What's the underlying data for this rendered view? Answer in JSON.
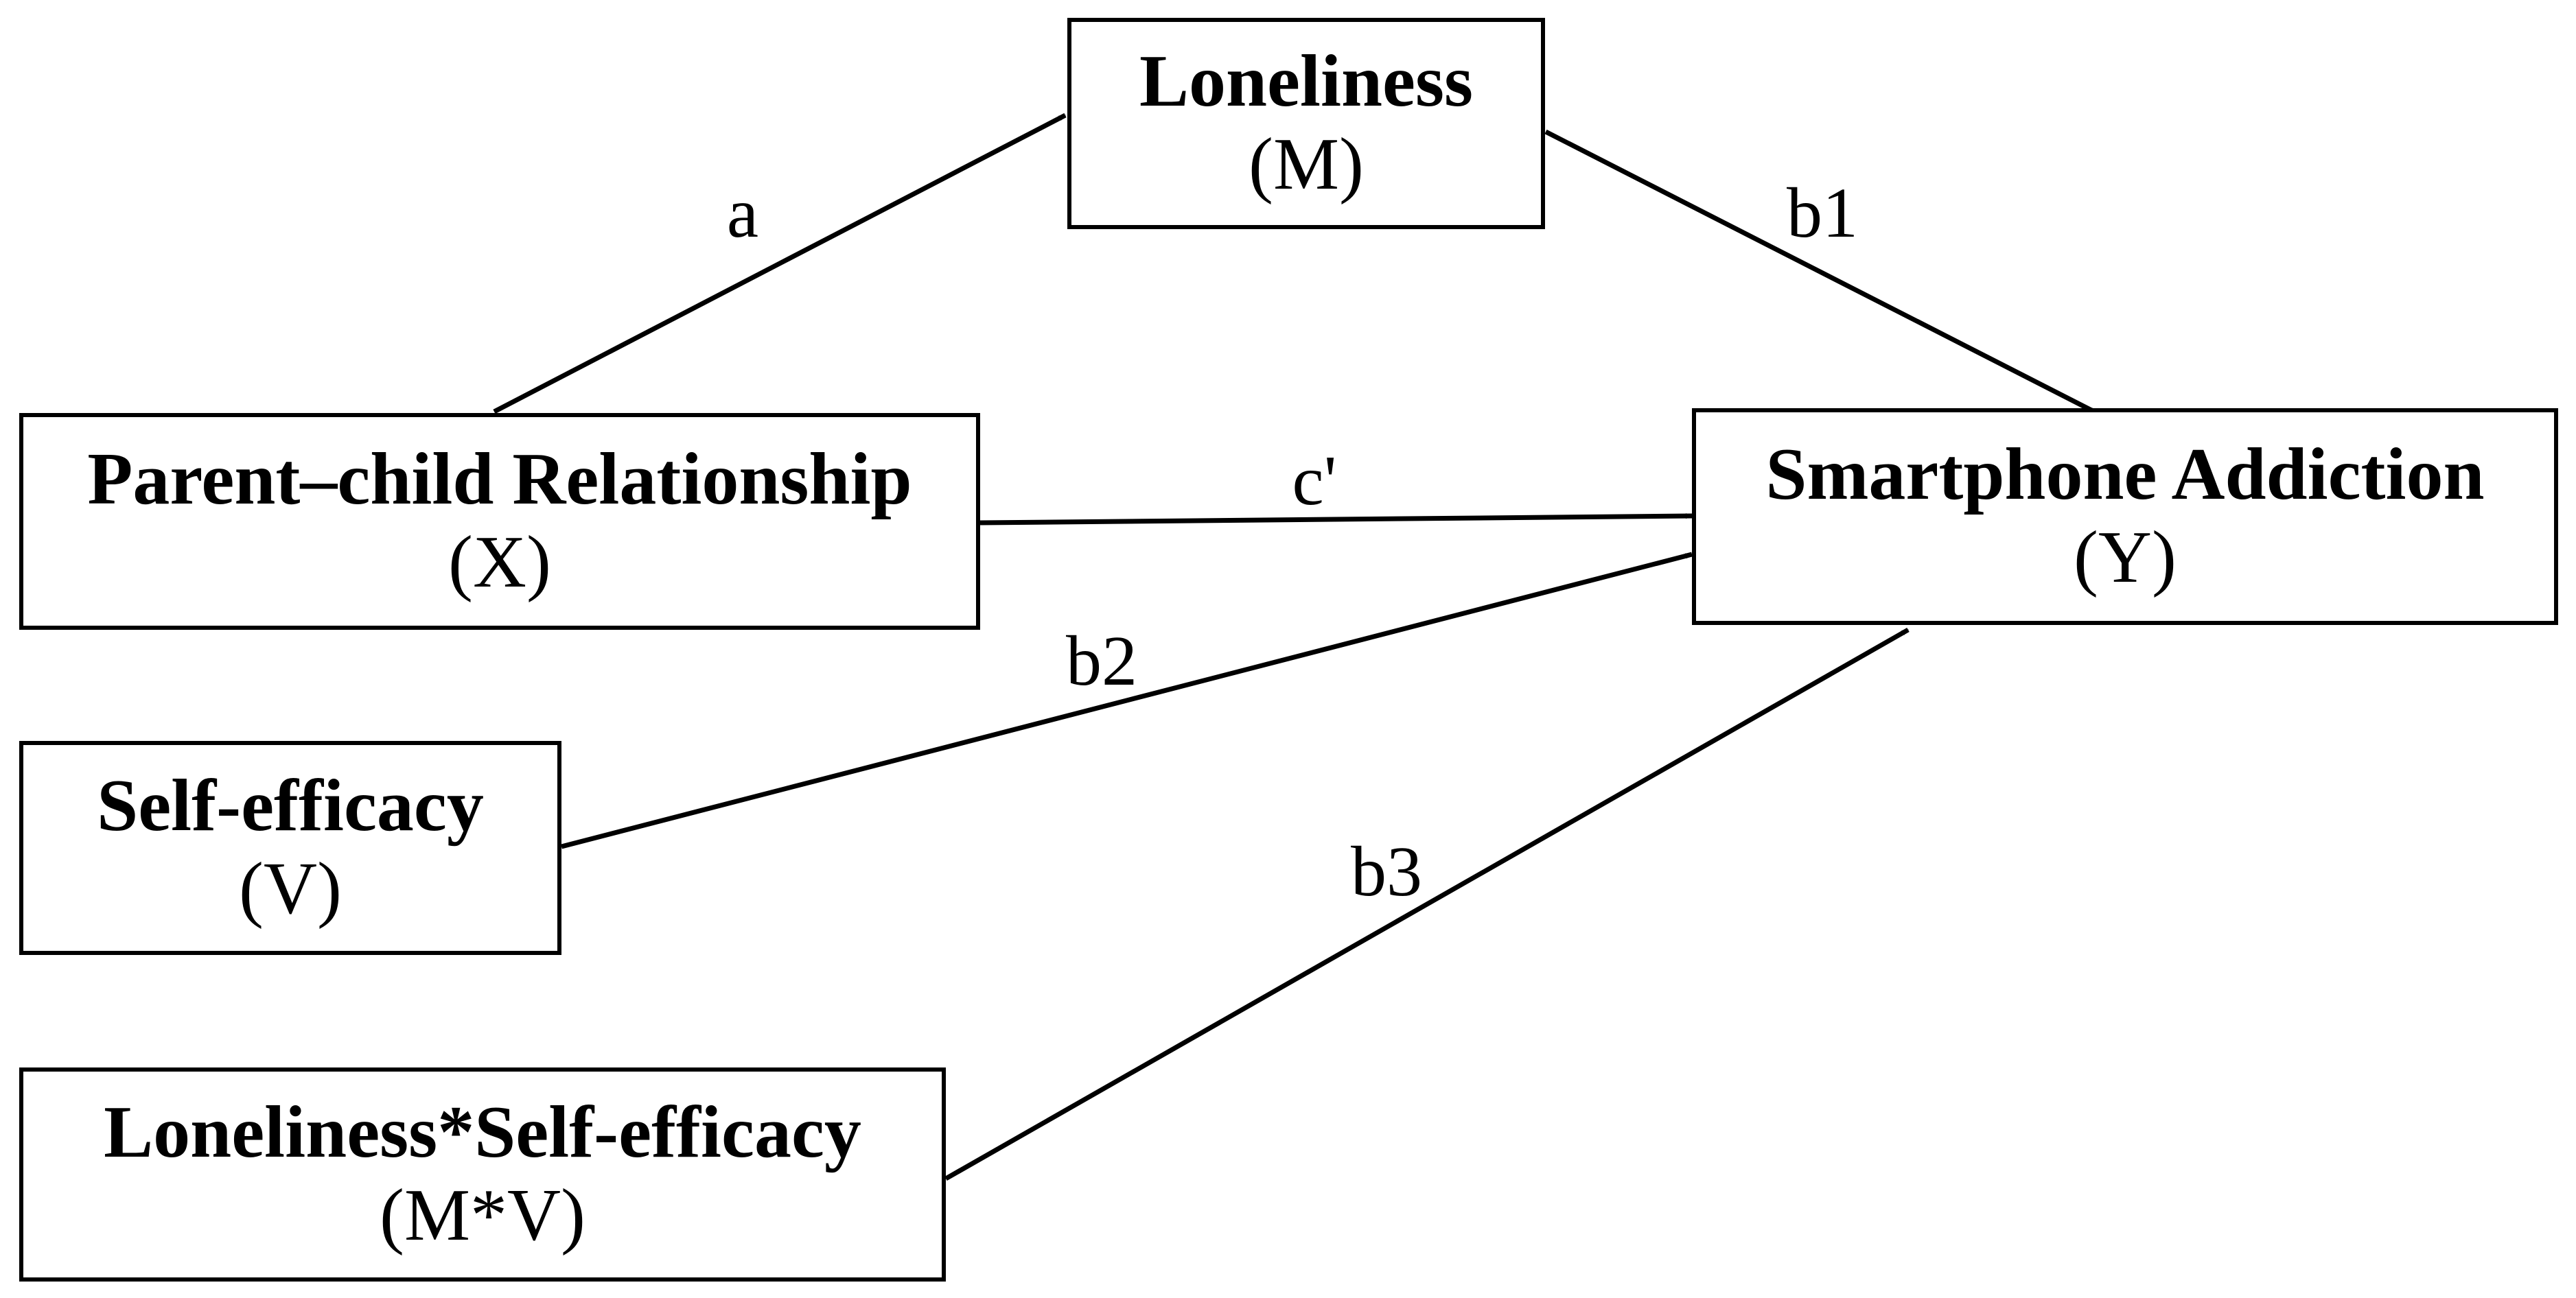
{
  "colors": {
    "stroke": "#000000",
    "background": "#ffffff"
  },
  "nodes": {
    "loneliness": {
      "title": "Loneliness",
      "symbol": "(M)"
    },
    "parent_child": {
      "title": "Parent–child Relationship",
      "symbol": "(X)"
    },
    "smartphone": {
      "title": "Smartphone Addiction",
      "symbol": "(Y)"
    },
    "self_efficacy": {
      "title": "Self-efficacy",
      "symbol": "(V)"
    },
    "interaction": {
      "title": "Loneliness*Self-efficacy",
      "symbol": "(M*V)"
    }
  },
  "paths": {
    "a": "a",
    "b1": "b1",
    "c_prime": "c'",
    "b2": "b2",
    "b3": "b3"
  }
}
